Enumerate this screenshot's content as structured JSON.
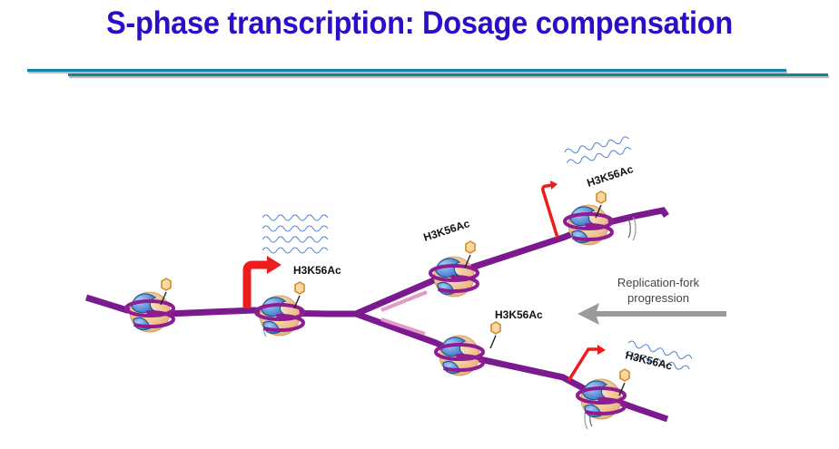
{
  "slide": {
    "title": "S-phase transcription: Dosage compensation"
  },
  "diagram": {
    "histone_mark_labels": [
      "H3K56Ac",
      "H3K56Ac",
      "H3K56Ac",
      "H3K56Ac",
      "H3K56Ac"
    ],
    "fork_label_line1": "Replication-fork",
    "fork_label_line2": "progression",
    "colors": {
      "title": "#2a0fc8",
      "rule": "#0e86a0",
      "dna": "#7b1a8e",
      "dna_new_strand": "#e29ac8",
      "histone_core": "#f6cfa0",
      "histone_blue": "#4f8fd6",
      "transcription_arrow": "#ee1c1c",
      "rna": "#3d6fd0",
      "fork_arrow": "#9a9a9a"
    }
  }
}
